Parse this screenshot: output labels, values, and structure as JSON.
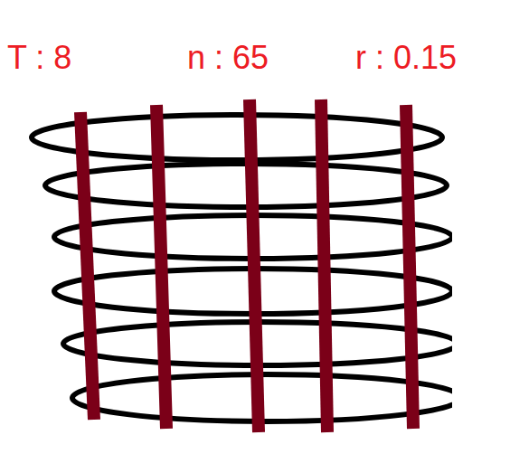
{
  "diagram": {
    "labels": [
      "T : 8",
      "n : 65",
      "r : 0.15"
    ]
  }
}
